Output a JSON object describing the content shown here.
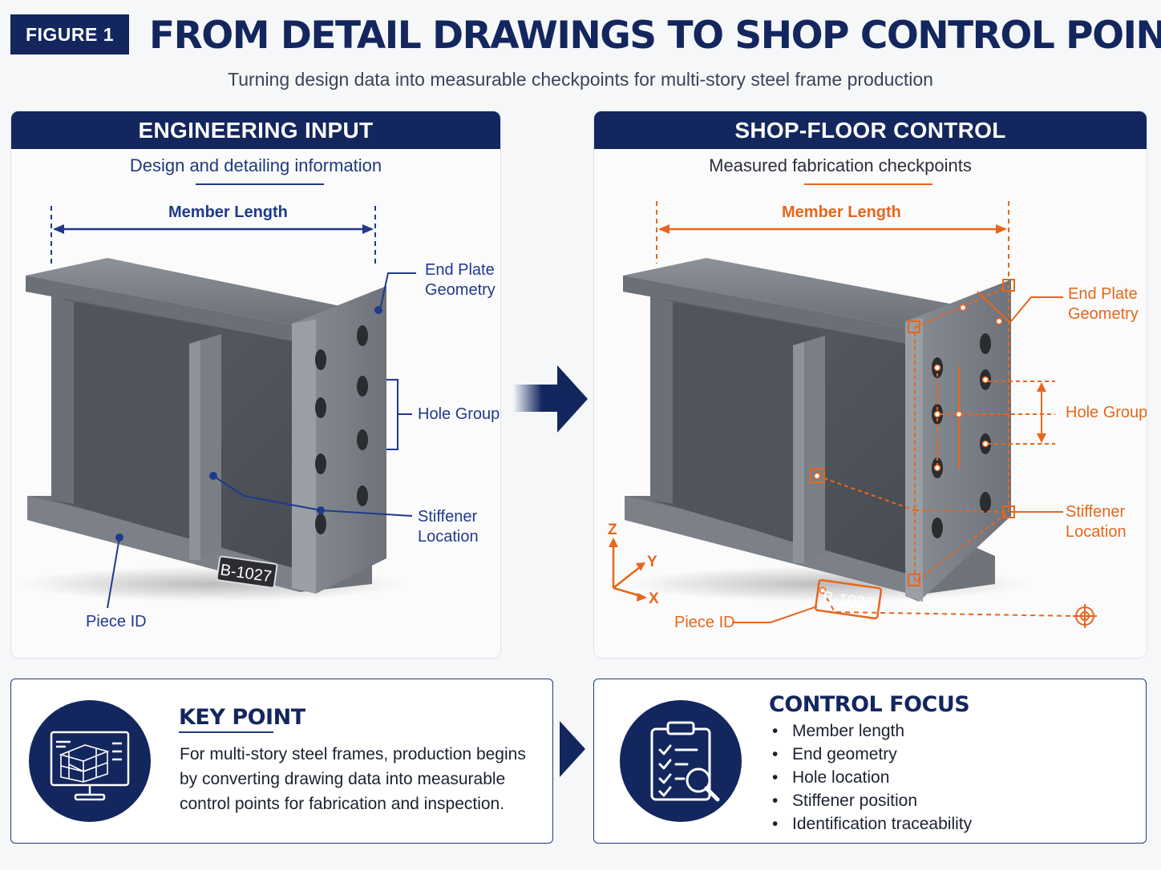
{
  "header": {
    "badge": "FIGURE 1",
    "title": "FROM DETAIL DRAWINGS TO SHOP CONTROL POINTS",
    "subtitle": "Turning design data into measurable checkpoints for multi-story steel frame production"
  },
  "left_panel": {
    "title": "ENGINEERING INPUT",
    "subtitle": "Design and detailing information",
    "dimension_label": "Member Length",
    "callouts": {
      "end_plate": "End Plate\nGeometry",
      "hole_group": "Hole Group",
      "stiffener": "Stiffener\nLocation",
      "piece_id": "Piece ID"
    },
    "tag": "B-1027"
  },
  "right_panel": {
    "title": "SHOP-FLOOR CONTROL",
    "subtitle": "Measured fabrication checkpoints",
    "dimension_label": "Member Length",
    "callouts": {
      "end_plate": "End Plate\nGeometry",
      "hole_group": "Hole Group",
      "stiffener": "Stiffener\nLocation",
      "piece_id": "Piece ID"
    },
    "tag": "B-1027",
    "axes": {
      "z": "Z",
      "y": "Y",
      "x": "X"
    }
  },
  "key_point": {
    "title": "KEY POINT",
    "body": "For multi-story steel frames, production begins by converting drawing data into measurable control points for fabrication and inspection."
  },
  "control_focus": {
    "title": "CONTROL FOCUS",
    "items": [
      "Member length",
      "End geometry",
      "Hole location",
      "Stiffener position",
      "Identification traceability"
    ]
  },
  "colors": {
    "navy": "#13265e",
    "engineering_blue": "#1f3a8a",
    "shop_orange": "#e8661b",
    "steel": "#5b5f66"
  },
  "icons": {
    "arrow": "right-arrow-icon",
    "monitor": "monitor-frame-icon",
    "clipboard": "clipboard-check-icon"
  }
}
